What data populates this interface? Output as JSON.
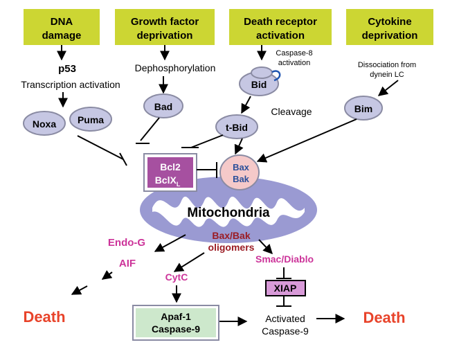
{
  "boxes": {
    "dna_damage": [
      "DNA",
      "damage"
    ],
    "growth_factor": [
      "Growth factor",
      "deprivation"
    ],
    "death_receptor": [
      "Death receptor",
      "activation"
    ],
    "cytokine": [
      "Cytokine",
      "deprivation"
    ]
  },
  "labels": {
    "p53": "p53",
    "transcription": "Transcription activation",
    "dephosphorylation": "Dephosphorylation",
    "caspase8": [
      "Caspase-8",
      "activation"
    ],
    "dissociation": [
      "Dissociation from",
      "dynein LC"
    ],
    "cleavage": "Cleavage",
    "mitochondria": "Mitochondria",
    "baxbak_oligomers": [
      "Bax/Bak",
      "oligomers"
    ],
    "endo_g": "Endo-G",
    "aif": "AIF",
    "cytc": "CytC",
    "smac": "Smac/Diablo",
    "activated_caspase": [
      "Activated",
      "Caspase-9"
    ],
    "death_left": "Death",
    "death_right": "Death"
  },
  "nodes": {
    "noxa": "Noxa",
    "puma": "Puma",
    "bad": "Bad",
    "bid": "Bid",
    "tbid": "t-Bid",
    "bim": "Bim",
    "bcl2": "Bcl2",
    "bclxl": "BclX",
    "bclxl_sub": "L",
    "bax": "Bax",
    "bak": "Bak",
    "xiap": "XIAP",
    "apaf": [
      "Apaf-1",
      "Caspase-9"
    ]
  },
  "colors": {
    "yellow_box": "#ccd633",
    "oval_fill": "#c6c7e3",
    "oval_stroke": "#8a8ba3",
    "bcl_fill": "#a650a0",
    "bax_fill": "#f5c9c9",
    "bax_text": "#2a4f9a",
    "mito_outer": "#9a9ad2",
    "mito_inner": "#ffffff",
    "magenta_text": "#cc3399",
    "dark_red_text": "#9b1c24",
    "death_red": "#e8432a",
    "apaf_fill": "#cde8cc",
    "xiap_fill": "#d89ad8"
  }
}
